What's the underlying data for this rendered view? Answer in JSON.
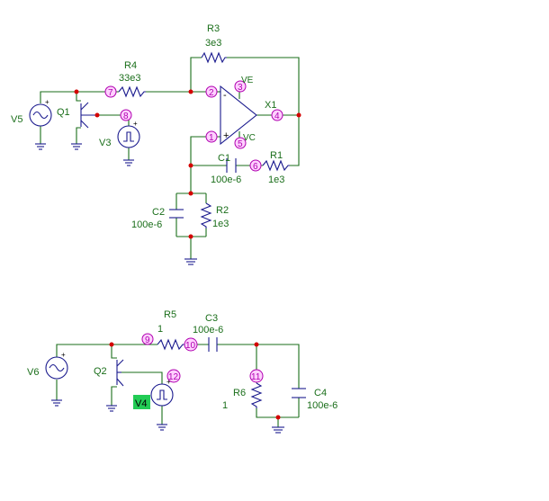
{
  "components": {
    "R3": {
      "name": "R3",
      "value": "3e3"
    },
    "R4": {
      "name": "R4",
      "value": "33e3"
    },
    "V5": {
      "name": "V5"
    },
    "Q1": {
      "name": "Q1"
    },
    "V3": {
      "name": "V3"
    },
    "X1": {
      "name": "X1",
      "ve": "VE",
      "vc": "VC"
    },
    "C1": {
      "name": "C1",
      "value": "100e-6"
    },
    "R1": {
      "name": "R1",
      "value": "1e3"
    },
    "C2": {
      "name": "C2",
      "value": "100e-6"
    },
    "R2": {
      "name": "R2",
      "value": "1e3"
    },
    "R5": {
      "name": "R5",
      "value": "1"
    },
    "C3": {
      "name": "C3",
      "value": "100e-6"
    },
    "V6": {
      "name": "V6"
    },
    "Q2": {
      "name": "Q2"
    },
    "V4": {
      "name": "V4"
    },
    "R6": {
      "name": "R6",
      "value": "1"
    },
    "C4": {
      "name": "C4",
      "value": "100e-6"
    }
  },
  "nodes": {
    "n1": "1",
    "n2": "2",
    "n3": "3",
    "n4": "4",
    "n5": "5",
    "n6": "6",
    "n7": "7",
    "n8": "8",
    "n9": "9",
    "n10": "10",
    "n11": "11",
    "n12": "12"
  },
  "opamp": {
    "minus": "-",
    "plus": "+"
  },
  "colors": {
    "wire": "#1a6e1a",
    "component": "#1a1a8e",
    "junction": "#d40000",
    "node": "#b000b0",
    "highlight": "#22cc55"
  }
}
